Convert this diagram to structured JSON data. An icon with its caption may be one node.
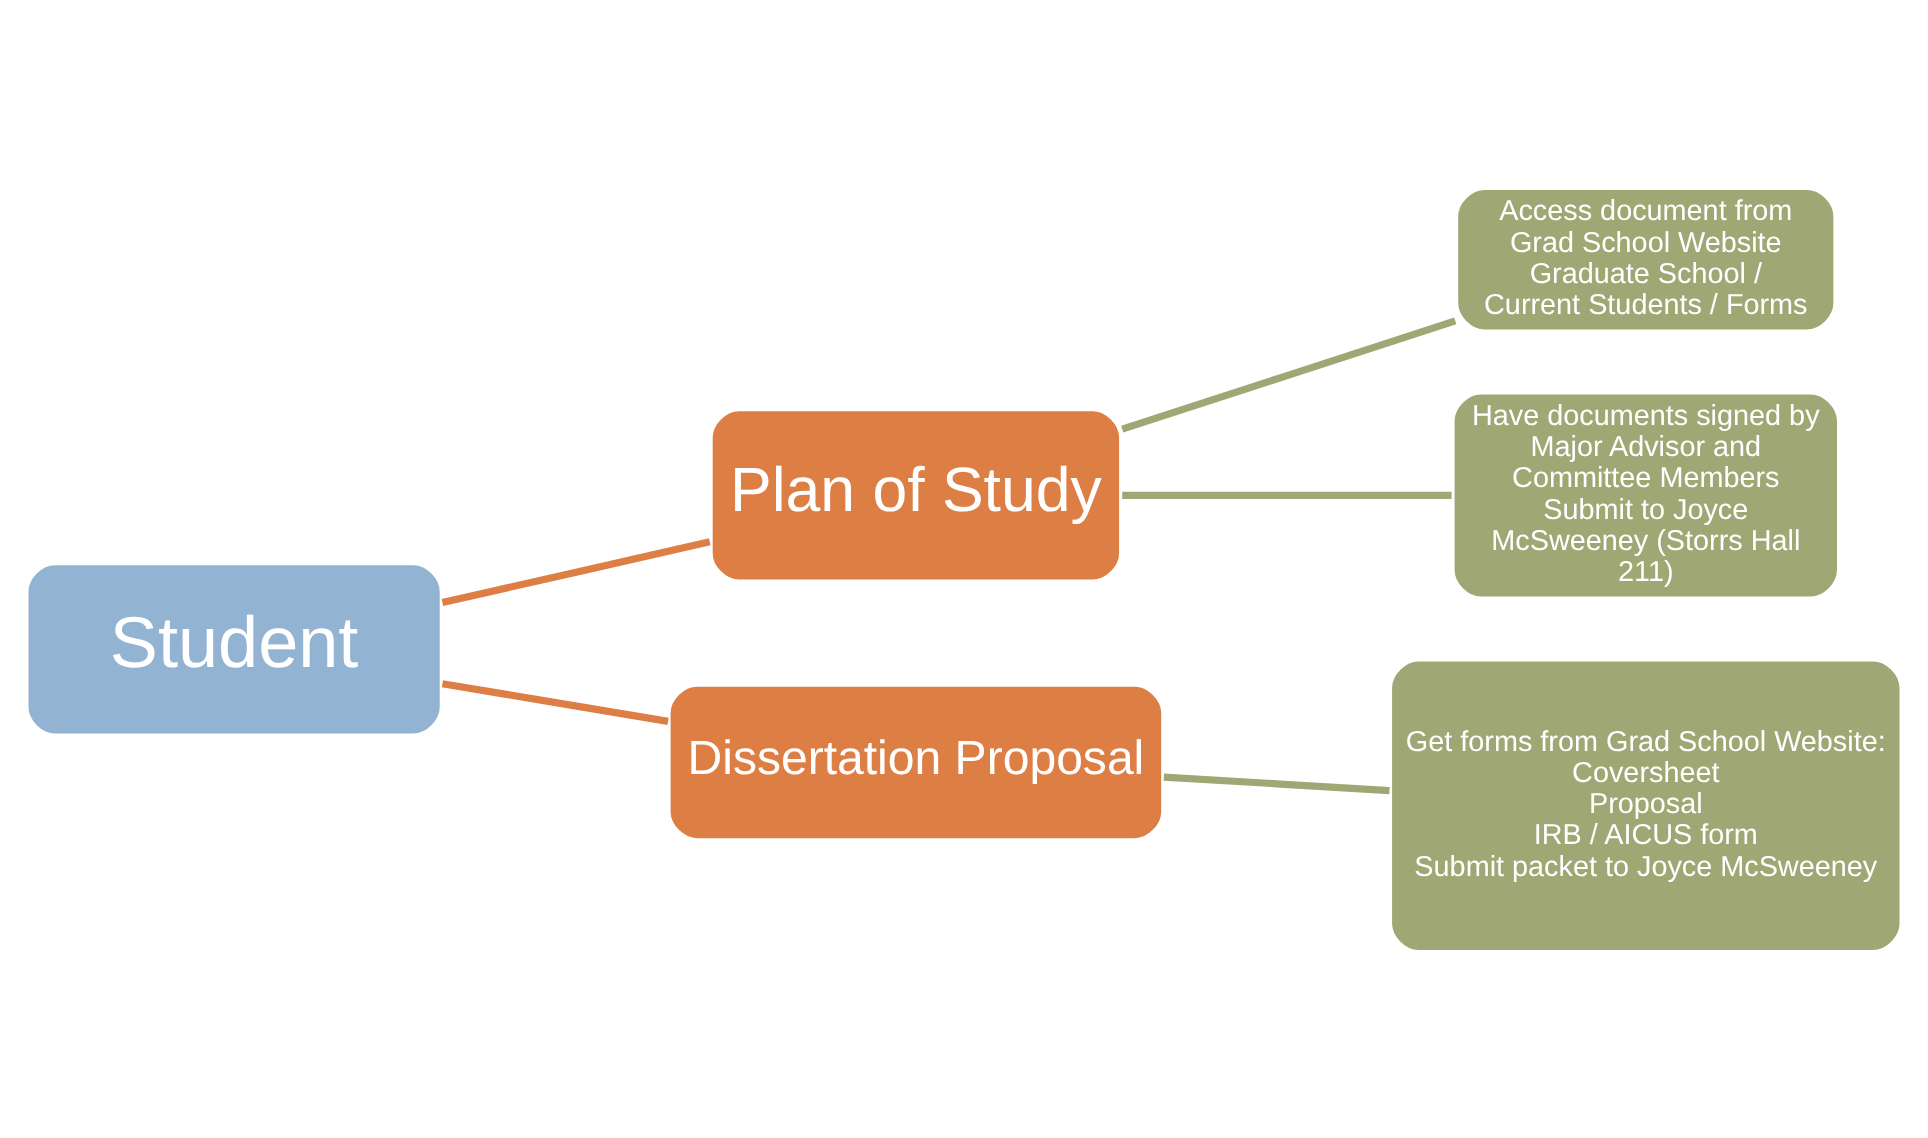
{
  "diagram": {
    "nodes": [
      {
        "text": [
          "Student"
        ]
      },
      {
        "text": [
          "Plan of Study"
        ]
      },
      {
        "text": [
          "Dissertation Proposal"
        ]
      },
      {
        "text": [
          "Access document from Grad School Website",
          "Graduate School / Current Students / Forms"
        ]
      },
      {
        "text": [
          "Have documents signed by Major Advisor and Committee Members",
          "Submit to Joyce McSweeney (Storrs Hall 211)"
        ]
      },
      {
        "text": [
          "Get forms from Grad School Website:",
          "Coversheet",
          "Proposal",
          "IRB / AICUS form",
          "Submit packet to Joyce McSweeney"
        ]
      }
    ],
    "edges": [
      {
        "from": 0,
        "to": 1,
        "arrow": "none",
        "color": "#dd7f45"
      },
      {
        "from": 0,
        "to": 2,
        "arrow": "none",
        "color": "#dd7f45"
      },
      {
        "from": 1,
        "to": 3,
        "arrow": "none"
      },
      {
        "from": 1,
        "to": 4,
        "arrow": "none"
      },
      {
        "from": 2,
        "to": 5,
        "arrow": "none"
      }
    ]
  }
}
